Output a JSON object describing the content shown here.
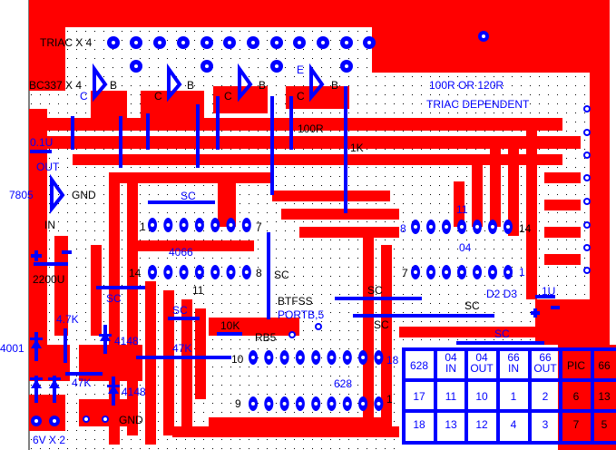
{
  "board": {
    "colors": {
      "copper": "#ff0000",
      "jumper": "#0000ff",
      "silk": "#000000",
      "background": "#ffffff"
    },
    "labels": {
      "triac": "TRIAC X 4",
      "bc337": "BC337 X 4",
      "b": "B",
      "c": "C",
      "e": "E",
      "r100": "100R",
      "r1k": "1K",
      "r100or120": "100R OR 120R",
      "triac_dep": "TRIAC DEPENDENT",
      "cap01": "0.1U",
      "out": "OUT",
      "reg": "7805",
      "gnd": "GND",
      "in": "IN",
      "cap2200": "2200U",
      "sc": "SC",
      "ic4066": "4066",
      "ic04": "04",
      "ic628": "628",
      "p1": "1",
      "p7": "7",
      "p8": "8",
      "p11": "11",
      "p14": "14",
      "p9": "9",
      "p10": "10",
      "p18": "18",
      "d2d3": "D2 D3",
      "cap1u": "1U",
      "btfss": "BTFSS",
      "portb5": "PORTB,5",
      "r10k": "10K",
      "rb5": "RB5",
      "r47k": "47K",
      "r4k7": "4.7K",
      "d4148": "4148",
      "d4001": "4001",
      "batt": "6V X 2",
      "plus": "+",
      "minus": "-"
    }
  },
  "pin_table": {
    "headers": [
      "628",
      "04 IN",
      "04 OUT",
      "66 IN",
      "66 OUT",
      "PIC",
      "66"
    ],
    "rows": [
      [
        "17",
        "11",
        "10",
        "1",
        "2",
        "6",
        "13"
      ],
      [
        "18",
        "13",
        "12",
        "4",
        "3",
        "7",
        "5"
      ]
    ]
  }
}
